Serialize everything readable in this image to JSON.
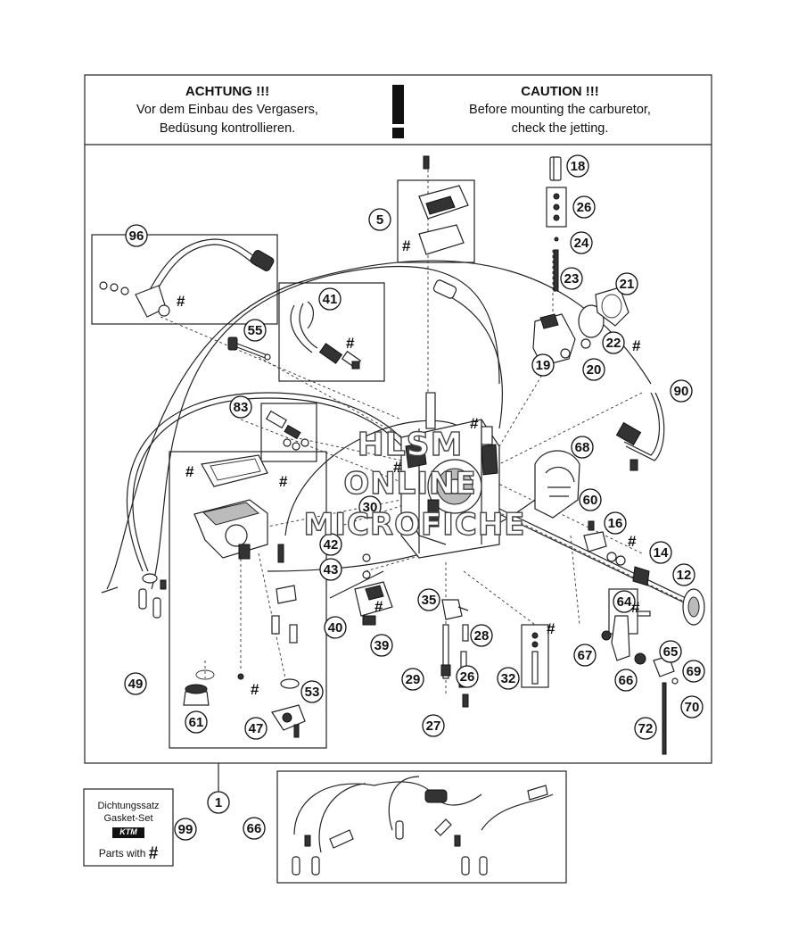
{
  "warning": {
    "de_title": "ACHTUNG !!!",
    "de_line1": "Vor dem Einbau des Vergasers,",
    "de_line2": "Bedüsung kontrollieren.",
    "en_title": "CAUTION !!!",
    "en_line1": "Before mounting the carburetor,",
    "en_line2": "check the jetting.",
    "icon": "exclamation-icon"
  },
  "watermark": {
    "line1": "HLSM",
    "line2": "ONLINE",
    "line3": "MICROFICHE"
  },
  "gasket_kit": {
    "line1": "Dichtungssatz",
    "line2": "Gasket-Set",
    "logo": "KTM",
    "parts_label": "Parts with",
    "hash": "#"
  },
  "hash_symbol": "#",
  "callouts": [
    "1",
    "5",
    "12",
    "14",
    "16",
    "18",
    "19",
    "20",
    "21",
    "22",
    "23",
    "24",
    "26",
    "26",
    "27",
    "28",
    "29",
    "30",
    "32",
    "35",
    "39",
    "40",
    "41",
    "42",
    "43",
    "47",
    "49",
    "53",
    "55",
    "60",
    "61",
    "64",
    "65",
    "66",
    "66",
    "67",
    "68",
    "69",
    "70",
    "72",
    "83",
    "90",
    "96",
    "99"
  ],
  "hash_marks": 13
}
